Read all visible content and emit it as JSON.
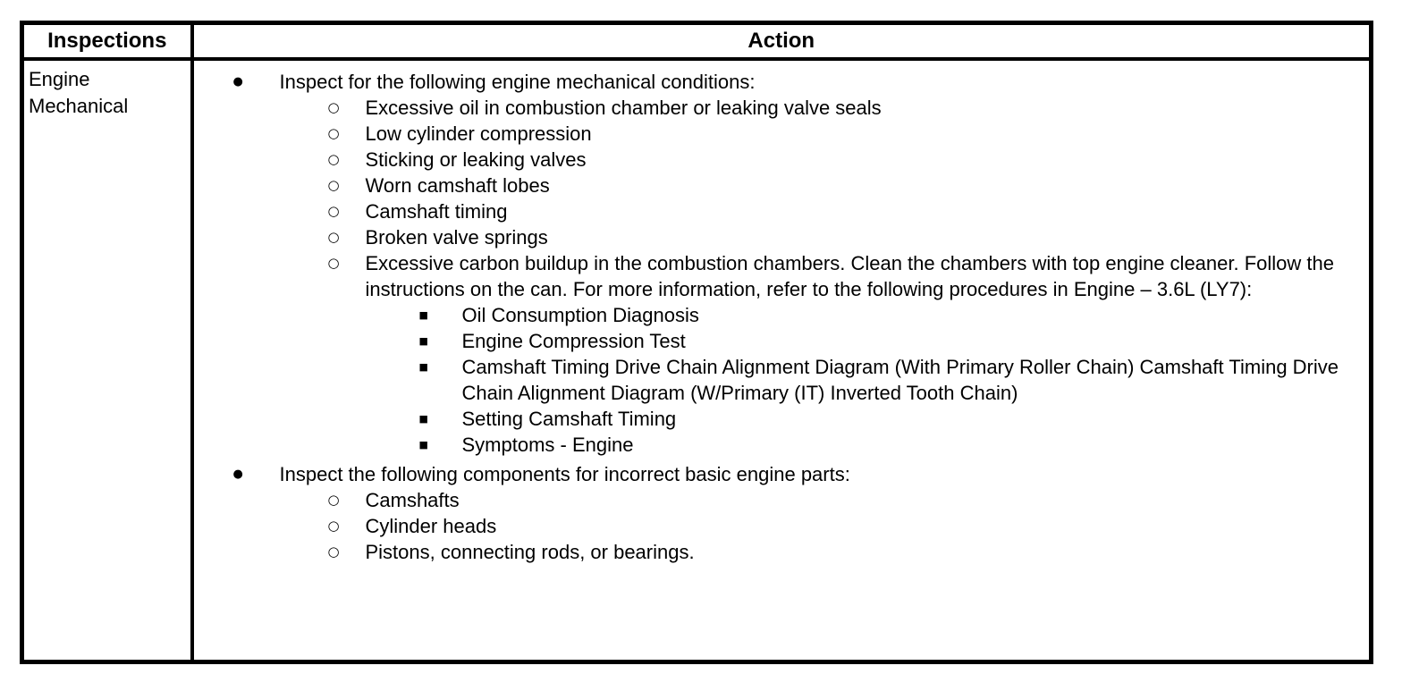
{
  "colors": {
    "background": "#ffffff",
    "text": "#000000",
    "border": "#000000"
  },
  "bullets": {
    "level0_glyph": "●",
    "level0_name": "disc-bullet-icon",
    "level1_glyph": "○",
    "level1_name": "circle-bullet-icon",
    "level2_glyph": "■",
    "level2_name": "square-bullet-icon"
  },
  "table": {
    "headers": [
      "Inspections",
      "Action"
    ],
    "rows": [
      {
        "inspection": "Engine Mechanical",
        "action_items": [
          {
            "text": "Inspect for the following engine mechanical conditions:",
            "sub": [
              {
                "text": "Excessive oil in combustion chamber or leaking valve seals"
              },
              {
                "text": "Low cylinder compression"
              },
              {
                "text": "Sticking or leaking valves"
              },
              {
                "text": "Worn camshaft lobes"
              },
              {
                "text": "Camshaft timing"
              },
              {
                "text": "Broken valve springs"
              },
              {
                "text": "Excessive carbon buildup in the combustion chambers. Clean the chambers with top engine cleaner. Follow the instructions on the can. For more information, refer to the following procedures in Engine – 3.6L (LY7):",
                "sub": [
                  {
                    "text": "Oil Consumption Diagnosis"
                  },
                  {
                    "text": "Engine Compression Test"
                  },
                  {
                    "text": "Camshaft Timing Drive Chain Alignment Diagram (With Primary Roller Chain) Camshaft Timing Drive Chain Alignment Diagram (W/Primary (IT) Inverted Tooth Chain)"
                  },
                  {
                    "text": "Setting Camshaft Timing"
                  },
                  {
                    "text": "Symptoms - Engine"
                  }
                ]
              }
            ]
          },
          {
            "text": "Inspect the following components for incorrect basic engine parts:",
            "sub": [
              {
                "text": "Camshafts"
              },
              {
                "text": "Cylinder heads"
              },
              {
                "text": "Pistons, connecting rods, or bearings."
              }
            ]
          }
        ]
      }
    ]
  }
}
